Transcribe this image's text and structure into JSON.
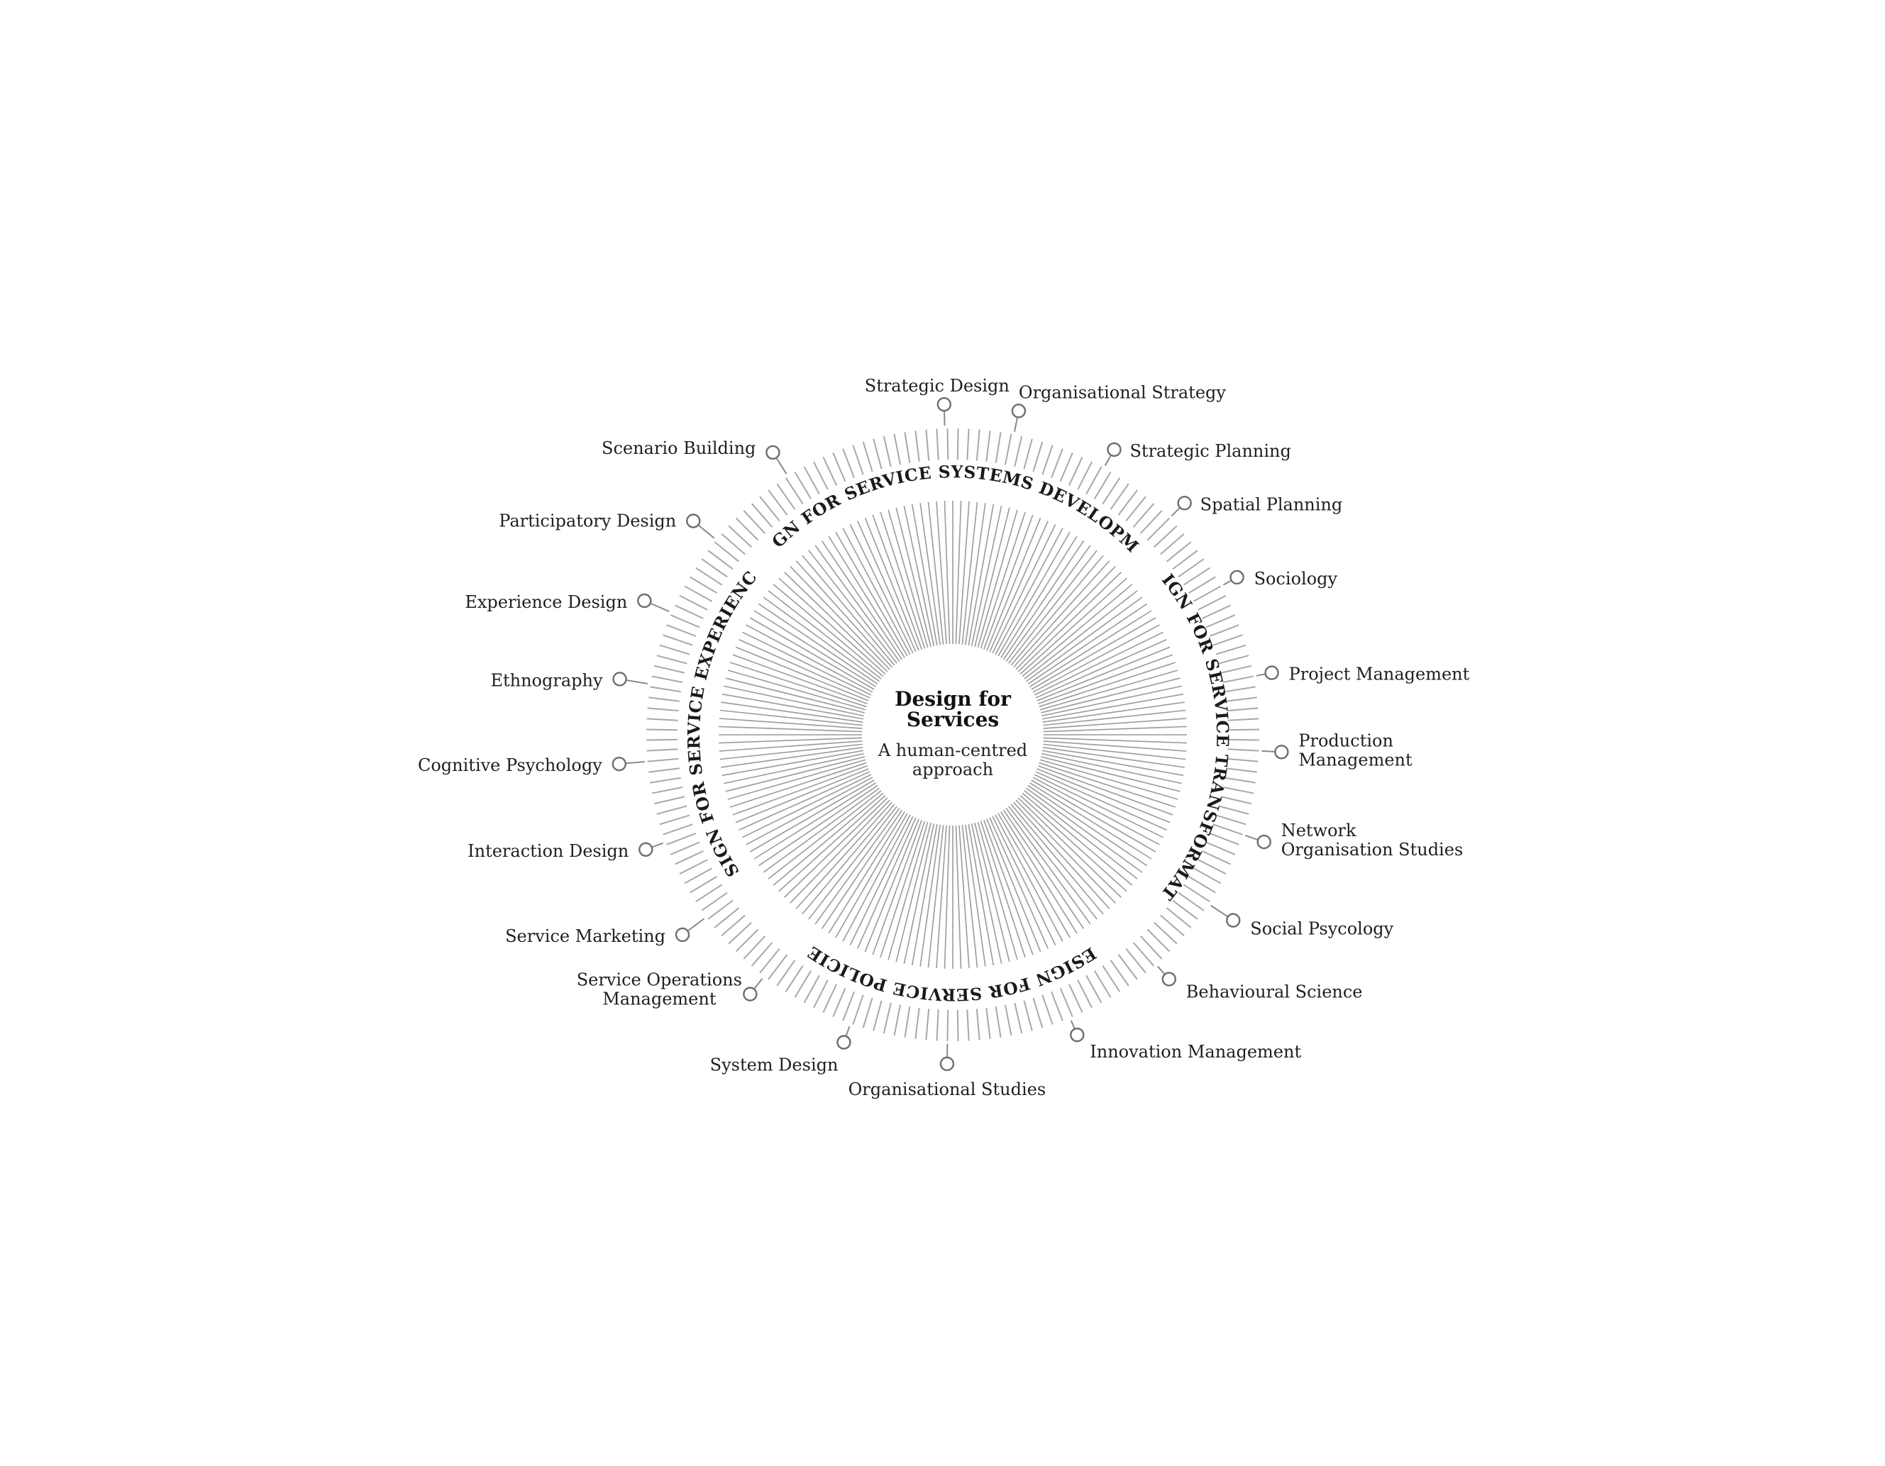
{
  "center": {
    "title_line1": "Design for",
    "title_line2": "Services",
    "subtitle_line1": "A human-centred",
    "subtitle_line2": "approach"
  },
  "ring_labels": {
    "top": "DESIGN FOR SERVICE SYSTEMS DEVELOPMENT",
    "right": "DESIGN FOR SERVICE TRANSFORMATION",
    "bottom": "DESIGN FOR SERVICE POLICIES",
    "left": "DESIGN FOR SERVICE EXPERIENCES"
  },
  "disciplines": [
    {
      "lines": [
        "Strategic Design"
      ]
    },
    {
      "lines": [
        "Organisational Strategy"
      ]
    },
    {
      "lines": [
        "Strategic Planning"
      ]
    },
    {
      "lines": [
        "Spatial Planning"
      ]
    },
    {
      "lines": [
        "Sociology"
      ]
    },
    {
      "lines": [
        "Project Management"
      ]
    },
    {
      "lines": [
        "Production",
        "Management"
      ]
    },
    {
      "lines": [
        "Network",
        "Organisation Studies"
      ]
    },
    {
      "lines": [
        "Social Psycology"
      ]
    },
    {
      "lines": [
        "Behavioural Science"
      ]
    },
    {
      "lines": [
        "Innovation Management"
      ]
    },
    {
      "lines": [
        "Organisational Studies"
      ]
    },
    {
      "lines": [
        "System Design"
      ]
    },
    {
      "lines": [
        "Service Operations",
        "Management"
      ]
    },
    {
      "lines": [
        "Service Marketing"
      ]
    },
    {
      "lines": [
        "Interaction Design"
      ]
    },
    {
      "lines": [
        "Cognitive Psychology"
      ]
    },
    {
      "lines": [
        "Ethnography"
      ]
    },
    {
      "lines": [
        "Experience Design"
      ]
    },
    {
      "lines": [
        "Participatory Design"
      ]
    },
    {
      "lines": [
        "Scenario Building"
      ]
    }
  ],
  "colors": {
    "rays": "#9a9a9a",
    "node_outline": "#6e6e6e",
    "text": "#1f1f1f"
  }
}
